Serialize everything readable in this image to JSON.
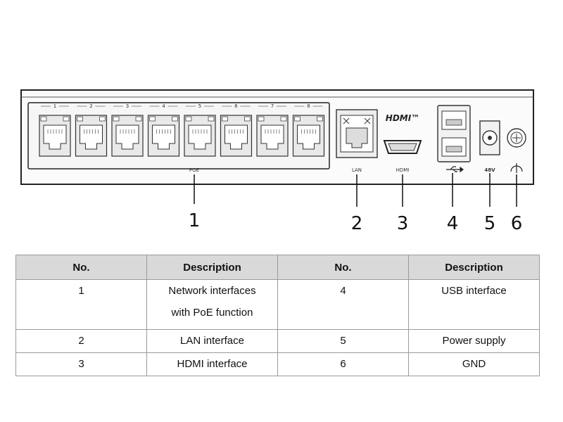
{
  "device": {
    "port_numbers": [
      "1",
      "2",
      "3",
      "4",
      "5",
      "6",
      "7",
      "8"
    ],
    "poe_label": "POE",
    "lan_label": "LAN",
    "hdmi_label": "HDMI",
    "hdmi_logo": "HDMI™",
    "power_label": "48V",
    "callouts": [
      "1",
      "2",
      "3",
      "4",
      "5",
      "6"
    ]
  },
  "table": {
    "headers": [
      "No.",
      "Description",
      "No.",
      "Description"
    ],
    "rows": [
      {
        "no1": "1",
        "desc1": "Network interfaces with PoE function",
        "no2": "4",
        "desc2": "USB interface"
      },
      {
        "no1": "2",
        "desc1": "LAN interface",
        "no2": "5",
        "desc2": "Power supply"
      },
      {
        "no1": "3",
        "desc1": "HDMI interface",
        "no2": "6",
        "desc2": "GND"
      }
    ]
  }
}
